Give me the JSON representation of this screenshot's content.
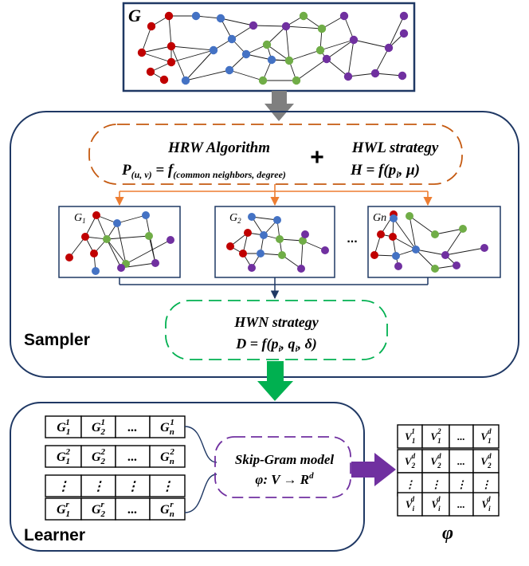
{
  "colors": {
    "node_red": "#c00000",
    "node_blue": "#4472c4",
    "node_green": "#70ad47",
    "node_purple": "#7030a0",
    "frame_navy": "#1f3864",
    "orange": "#c55a11",
    "orange_line": "#ed7d31",
    "green_dash": "#00b050",
    "green_arrow": "#00b050",
    "purple_dash": "#7030a0",
    "gray_arrow": "#7f7f7f"
  },
  "graph": {
    "label": "G",
    "nodes": {
      "red": [],
      "blue": [],
      "green": [],
      "purple": []
    }
  },
  "sampler": {
    "label": "Sampler",
    "hrw": {
      "title": "HRW Algorithm",
      "formula_lhs": "P",
      "formula_lhs_sub": "(u, v)",
      "formula_eq": " = f",
      "formula_sub": "(common neighbors, degree)"
    },
    "plus": "+",
    "hwl": {
      "title": "HWL strategy",
      "formula": "H = f(p",
      "formula_sub": "i",
      "formula_tail": ", μ)"
    },
    "subgraphs": [
      {
        "label": "G",
        "sub": "1"
      },
      {
        "label": "G",
        "sub": "2"
      },
      {
        "label": "Gn",
        "sub": ""
      }
    ],
    "ellipsis": "...",
    "hwn": {
      "title": "HWN strategy",
      "formula": "D = f(p",
      "sub1": "i",
      "mid": ", q",
      "sub2": "i",
      "tail": ", δ)"
    }
  },
  "learner": {
    "label": "Learner",
    "table": [
      [
        {
          "b": "G",
          "sub": "1",
          "sup": "1"
        },
        {
          "b": "G",
          "sub": "2",
          "sup": "1"
        },
        {
          "b": "...",
          "sub": "",
          "sup": ""
        },
        {
          "b": "G",
          "sub": "n",
          "sup": "1"
        }
      ],
      [
        {
          "b": "G",
          "sub": "1",
          "sup": "2"
        },
        {
          "b": "G",
          "sub": "2",
          "sup": "2"
        },
        {
          "b": "...",
          "sub": "",
          "sup": ""
        },
        {
          "b": "G",
          "sub": "n",
          "sup": "2"
        }
      ],
      [
        {
          "b": "⋮",
          "sub": "",
          "sup": ""
        },
        {
          "b": "⋮",
          "sub": "",
          "sup": ""
        },
        {
          "b": "⋮",
          "sub": "",
          "sup": ""
        },
        {
          "b": "⋮",
          "sub": "",
          "sup": ""
        }
      ],
      [
        {
          "b": "G",
          "sub": "1",
          "sup": "r"
        },
        {
          "b": "G",
          "sub": "2",
          "sup": "r"
        },
        {
          "b": "...",
          "sub": "",
          "sup": ""
        },
        {
          "b": "G",
          "sub": "n",
          "sup": "r"
        }
      ]
    ],
    "skipgram": {
      "title": "Skip-Gram model",
      "formula": "φ: V → R",
      "sup": "d"
    }
  },
  "output": {
    "label": "φ",
    "matrix": [
      [
        {
          "b": "V",
          "sub": "1",
          "sup": "1"
        },
        {
          "b": "V",
          "sub": "1",
          "sup": "2"
        },
        {
          "b": "...",
          "sub": "",
          "sup": ""
        },
        {
          "b": "V",
          "sub": "1",
          "sup": "d"
        }
      ],
      [
        {
          "b": "V",
          "sub": "2",
          "sup": "d"
        },
        {
          "b": "V",
          "sub": "2",
          "sup": "d"
        },
        {
          "b": "...",
          "sub": "",
          "sup": ""
        },
        {
          "b": "V",
          "sub": "2",
          "sup": "d"
        }
      ],
      [
        {
          "b": "⋮",
          "sub": "",
          "sup": ""
        },
        {
          "b": "⋮",
          "sub": "",
          "sup": ""
        },
        {
          "b": "⋮",
          "sub": "",
          "sup": ""
        },
        {
          "b": "⋮",
          "sub": "",
          "sup": ""
        }
      ],
      [
        {
          "b": "V",
          "sub": "i",
          "sup": "d"
        },
        {
          "b": "V",
          "sub": "i",
          "sup": "d"
        },
        {
          "b": "...",
          "sub": "",
          "sup": ""
        },
        {
          "b": "V",
          "sub": "i",
          "sup": "d"
        }
      ]
    ]
  }
}
